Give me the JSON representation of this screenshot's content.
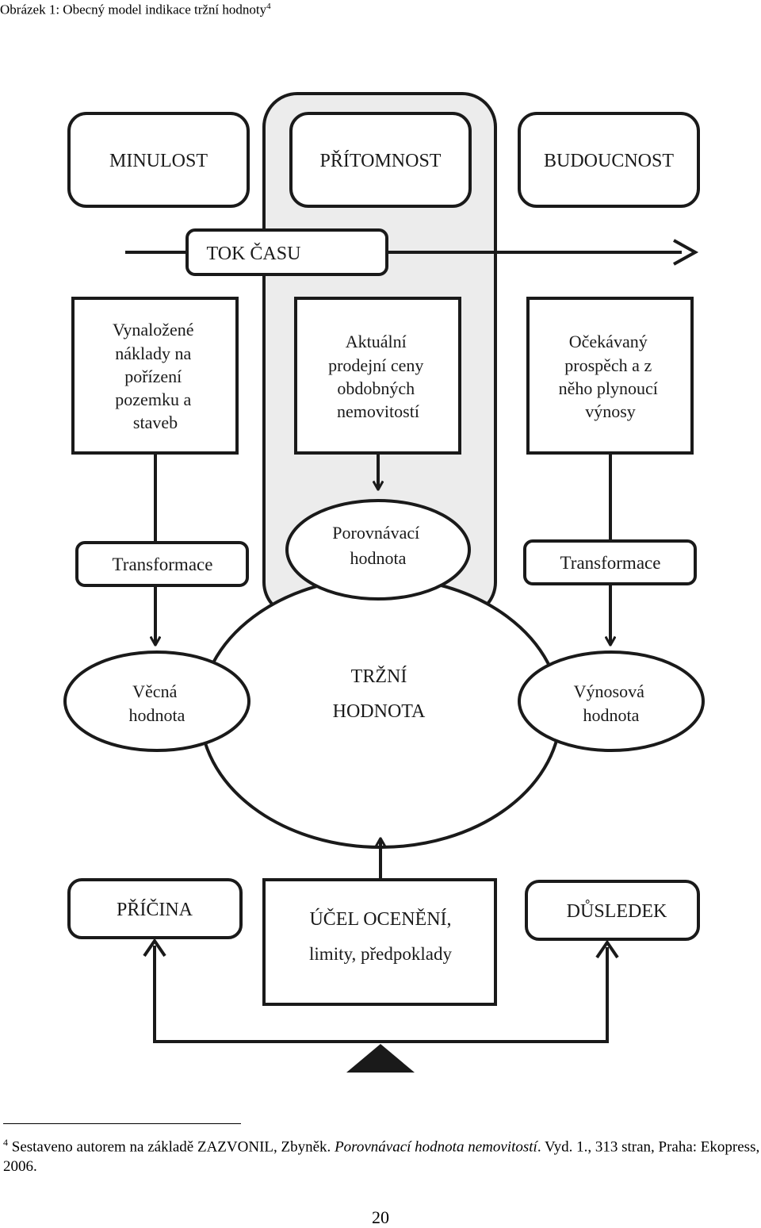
{
  "caption": {
    "text": "Obrázek 1: Obecný model indikace tržní hodnoty",
    "ref": "4"
  },
  "diagram": {
    "time_boxes": [
      "MINULOST",
      "PŘÍTOMNOST",
      "BUDOUCNOST"
    ],
    "time_flow": "TOK ČASU",
    "cost_box": [
      "Vynaložené",
      "náklady na",
      "pořízení",
      "pozemku a",
      "staveb"
    ],
    "sales_box": [
      "Aktuální",
      "prodejní ceny",
      "obdobných",
      "nemovitostí"
    ],
    "income_box": [
      "Očekávaný",
      "prospěch a z",
      "něho plynoucí",
      "výnosy"
    ],
    "transform_left": "Transformace",
    "transform_right": "Transformace",
    "comparative_value": [
      "Porovnávací",
      "hodnota"
    ],
    "market_value": [
      "TRŽNÍ",
      "HODNOTA"
    ],
    "substance_value": [
      "Věcná",
      "hodnota"
    ],
    "income_value": [
      "Výnosová",
      "hodnota"
    ],
    "cause": "PŘÍČINA",
    "purpose": [
      "ÚČEL OCENĚNÍ,",
      "limity, předpoklady"
    ],
    "consequence": "DŮSLEDEK"
  },
  "footnote": {
    "number": "4",
    "text_before": "Sestaveno autorem na základě ZAZVONIL, Zbyněk.",
    "title": "Porovnávací hodnota nemovitostí",
    "text_after": ". Vyd. 1., 313 stran, Praha: Ekopress, 2006."
  },
  "page_number": "20"
}
